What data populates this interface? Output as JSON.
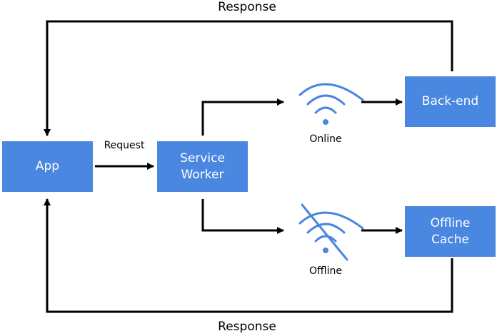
{
  "colors": {
    "box_fill": "#4a87e0",
    "box_text": "#ffffff",
    "wifi": "#4a87e0",
    "line": "#000000"
  },
  "nodes": {
    "app": "App",
    "service_worker": "Service\nWorker",
    "backend": "Back-end",
    "offline_cache": "Offline\nCache"
  },
  "labels": {
    "request": "Request",
    "response_top": "Response",
    "response_bottom": "Response",
    "online": "Online",
    "offline": "Offline"
  },
  "icons": {
    "online": "wifi-icon",
    "offline": "wifi-off-icon"
  }
}
